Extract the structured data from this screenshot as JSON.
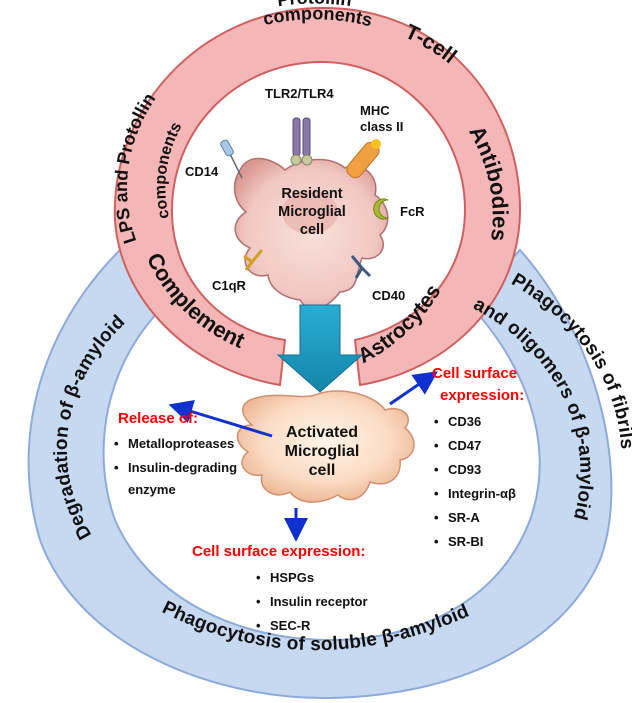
{
  "outer_ring": {
    "left": "Degradation of β-amyloid",
    "right_line1": "Phagocytosis of fibrils",
    "right_line2": "and oligomers of β-amyloid",
    "bottom": "Phagocytosis of soluble β-amyloid"
  },
  "inner_ring": {
    "top_line1": "Protollin",
    "top_line2": "components",
    "tcell": "T-cell",
    "antibodies": "Antibodies",
    "astrocytes": "Astrocytes",
    "lps_line1": "LPS and Protollin",
    "lps_line2": "components",
    "complement": "Complement"
  },
  "resident_cell": {
    "label_line1": "Resident",
    "label_line2": "Microglial",
    "label_line3": "cell",
    "receptors": {
      "tlr": "TLR2/TLR4",
      "mhc_line1": "MHC",
      "mhc_line2": "class II",
      "cd14": "CD14",
      "fcr": "FcR",
      "c1qr": "C1qR",
      "cd40": "CD40"
    }
  },
  "activated_cell": {
    "label_line1": "Activated",
    "label_line2": "Microglial",
    "label_line3": "cell"
  },
  "release": {
    "heading": "Release of:",
    "items": [
      "Metalloproteases",
      "Insulin-degrading",
      "enzyme"
    ]
  },
  "surface_right": {
    "heading_line1": "Cell surface",
    "heading_line2": "expression:",
    "items": [
      "CD36",
      "CD47",
      "CD93",
      "Integrin-αβ",
      "SR-A",
      "SR-BI"
    ]
  },
  "surface_bottom": {
    "heading": "Cell surface expression:",
    "items": [
      "HSPGs",
      "Insulin receptor",
      "SEC-R"
    ]
  },
  "colors": {
    "blue_ring": "#c6d9f1",
    "blue_ring_edge": "#8eaadb",
    "red_ring": "#f4b6b6",
    "red_ring_edge": "#d06060",
    "cell_fill": "#f2c8c4",
    "arrow_teal": "#1e9bc0",
    "arrow_blue": "#1030d0",
    "heading_red": "#ff0000"
  }
}
